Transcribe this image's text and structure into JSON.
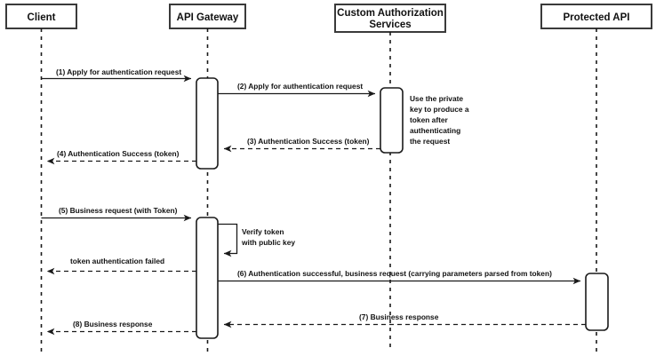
{
  "diagram": {
    "title": "API Gateway token authentication sequence",
    "type": "uml-sequence-diagram",
    "background_color": "#ffffff",
    "line_color": "#1a1a1a",
    "box_stroke_color": "#3a3a3a"
  },
  "participants": [
    {
      "id": "client",
      "label": "Client"
    },
    {
      "id": "gateway",
      "label": "API Gateway"
    },
    {
      "id": "authsvc",
      "label": "Custom Authorization\nServices",
      "line1": "Custom Authorization",
      "line2": "Services"
    },
    {
      "id": "protapi",
      "label": "Protected API"
    }
  ],
  "messages": [
    {
      "seq": "1",
      "label": "(1) Apply for authentication request",
      "from": "client",
      "to": "gateway",
      "style": "solid"
    },
    {
      "seq": "2",
      "label": "(2) Apply for authentication request",
      "from": "gateway",
      "to": "authsvc",
      "style": "solid"
    },
    {
      "seq": "3",
      "label": "(3) Authentication Success (token)",
      "from": "authsvc",
      "to": "gateway",
      "style": "dashed"
    },
    {
      "seq": "4",
      "label": "(4) Authentication Success (token)",
      "from": "gateway",
      "to": "client",
      "style": "dashed"
    },
    {
      "seq": "5",
      "label": "(5) Business request (with Token)",
      "from": "client",
      "to": "gateway",
      "style": "solid"
    },
    {
      "seq": "",
      "label": "token authentication failed",
      "from": "gateway",
      "to": "client",
      "style": "dashed"
    },
    {
      "seq": "6",
      "label": "(6) Authentication successful, business request (carrying parameters parsed from token)",
      "from": "gateway",
      "to": "protapi",
      "style": "solid"
    },
    {
      "seq": "7",
      "label": "(7) Business response",
      "from": "protapi",
      "to": "gateway",
      "style": "dashed"
    },
    {
      "seq": "8",
      "label": "(8) Business response",
      "from": "gateway",
      "to": "client",
      "style": "dashed"
    }
  ],
  "notes": [
    {
      "id": "private-key-note",
      "owner": "authsvc",
      "lines": [
        "Use the private",
        "key to produce a",
        "token after",
        "authenticating",
        "the request"
      ]
    },
    {
      "id": "verify-token-note",
      "owner": "gateway",
      "lines": [
        "Verify token",
        "with public key"
      ]
    }
  ],
  "self_messages": [
    {
      "id": "verify-token-self-call",
      "owner": "gateway",
      "label": "Verify token with public key"
    }
  ]
}
